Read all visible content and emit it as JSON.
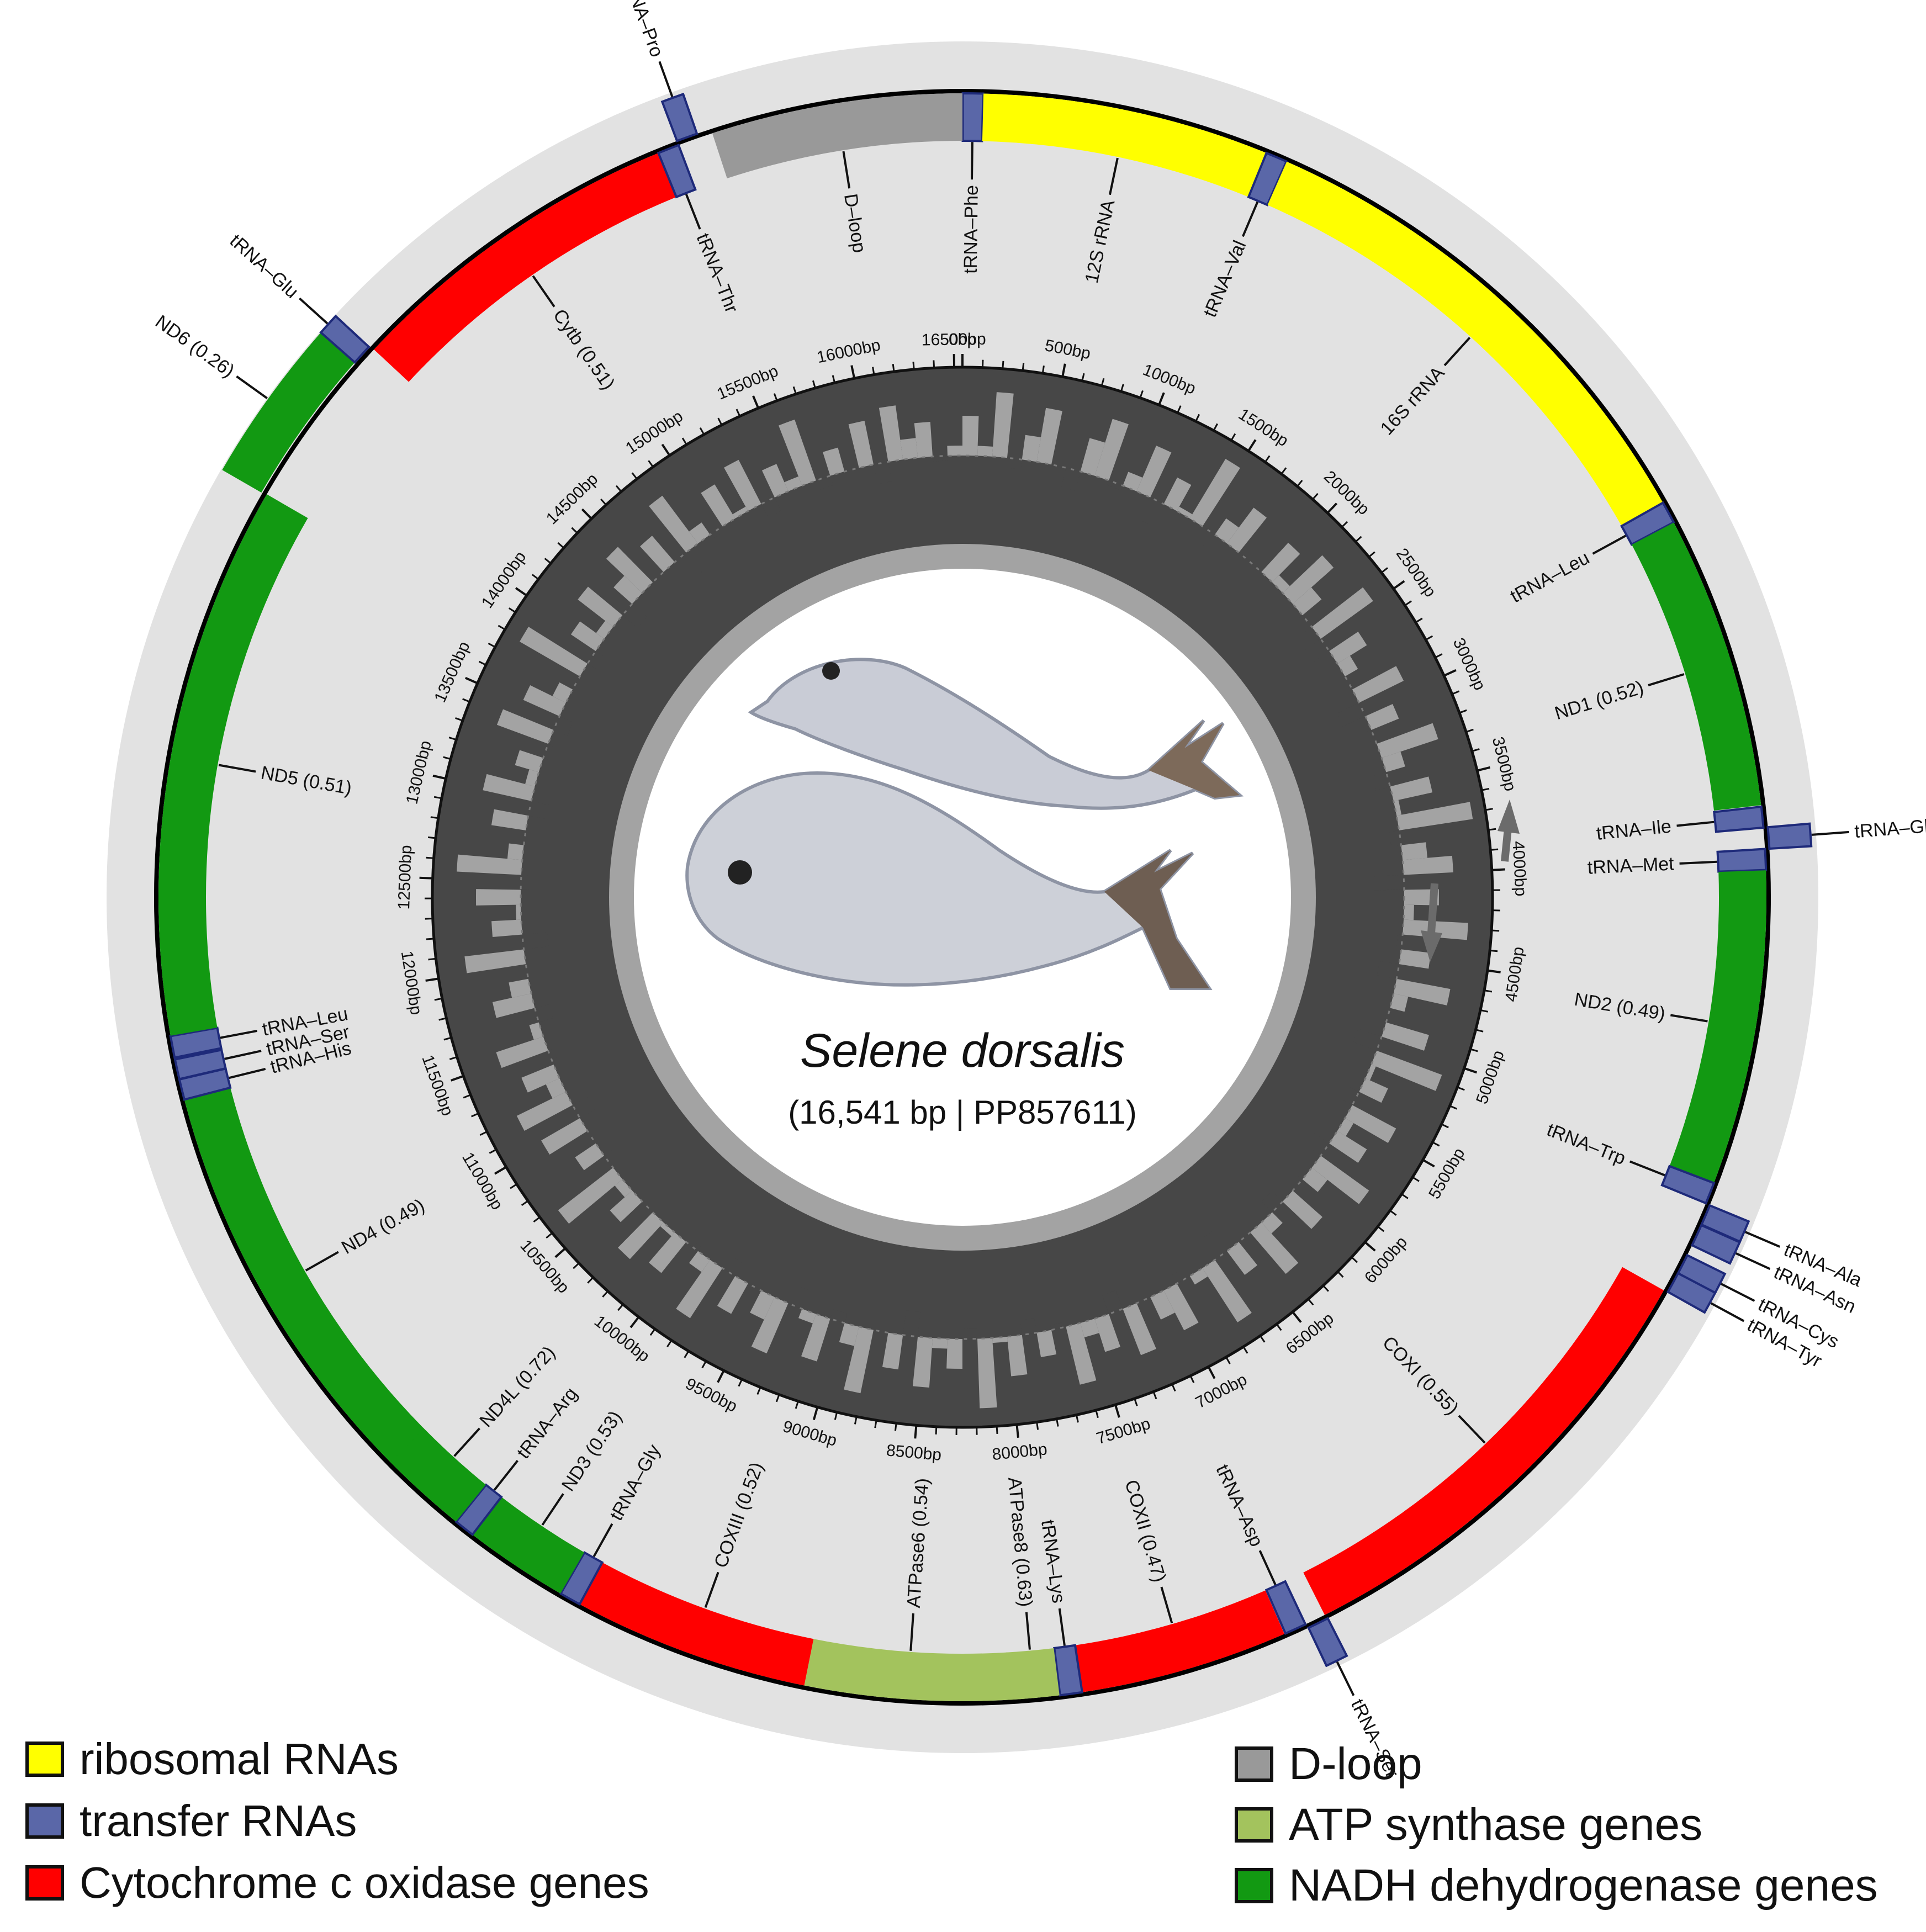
{
  "chart_data": {
    "type": "circular genome map",
    "species": "Selene dorsalis",
    "subtitle": "(16,541 bp | PP857611)",
    "genome_length": 16541,
    "colors": {
      "rRNA": "#ffff00",
      "tRNA": "#5a67a8",
      "COX": "#ff0000",
      "D-loop": "#999999",
      "ATP": "#a3c35d",
      "NADH": "#129912"
    },
    "features": [
      {
        "name": "tRNA-Phe",
        "label": "tRNA–Phe",
        "type": "tRNA",
        "start": 1,
        "end": 68,
        "strand": "+"
      },
      {
        "name": "12S rRNA",
        "label": "12S rRNA",
        "type": "rRNA",
        "start": 69,
        "end": 1020,
        "strand": "+"
      },
      {
        "name": "tRNA-Val",
        "label": "tRNA–Val",
        "type": "tRNA",
        "start": 1021,
        "end": 1092,
        "strand": "+"
      },
      {
        "name": "16S rRNA",
        "label": "16S rRNA",
        "type": "rRNA",
        "start": 1093,
        "end": 2784,
        "strand": "+"
      },
      {
        "name": "tRNA-Leu",
        "label": "tRNA–Leu",
        "type": "tRNA",
        "start": 2785,
        "end": 2858,
        "strand": "+"
      },
      {
        "name": "ND1",
        "label": "ND1 (0.52)",
        "type": "NADH",
        "start": 2859,
        "end": 3833,
        "strand": "+"
      },
      {
        "name": "tRNA-Ile",
        "label": "tRNA–Ile",
        "type": "tRNA",
        "start": 3838,
        "end": 3907,
        "strand": "+"
      },
      {
        "name": "tRNA-Gln",
        "label": "tRNA–Gln",
        "type": "tRNA",
        "start": 3907,
        "end": 3977,
        "strand": "-",
        "ring": "outer"
      },
      {
        "name": "tRNA-Met",
        "label": "tRNA–Met",
        "type": "tRNA",
        "start": 3977,
        "end": 4046,
        "strand": "+"
      },
      {
        "name": "ND2",
        "label": "ND2 (0.49)",
        "type": "NADH",
        "start": 4047,
        "end": 5092,
        "strand": "+"
      },
      {
        "name": "tRNA-Trp",
        "label": "tRNA–Trp",
        "type": "tRNA",
        "start": 5092,
        "end": 5163,
        "strand": "+"
      },
      {
        "name": "tRNA-Ala",
        "label": "tRNA–Ala",
        "type": "tRNA",
        "start": 5165,
        "end": 5233,
        "strand": "-",
        "ring": "outer"
      },
      {
        "name": "tRNA-Asn",
        "label": "tRNA–Asn",
        "type": "tRNA",
        "start": 5235,
        "end": 5307,
        "strand": "-",
        "ring": "outer"
      },
      {
        "name": "tRNA-Cys",
        "label": "tRNA–Cys",
        "type": "tRNA",
        "start": 5343,
        "end": 5409,
        "strand": "-",
        "ring": "outer"
      },
      {
        "name": "tRNA-Tyr",
        "label": "tRNA–Tyr",
        "type": "tRNA",
        "start": 5409,
        "end": 5478,
        "strand": "-",
        "ring": "outer"
      },
      {
        "name": "COXI",
        "label": "COXI (0.55)",
        "type": "COX",
        "start": 5480,
        "end": 7040,
        "strand": "+"
      },
      {
        "name": "tRNA-Ser",
        "label": "tRNA–Ser",
        "type": "tRNA",
        "start": 7036,
        "end": 7106,
        "strand": "-",
        "ring": "outer"
      },
      {
        "name": "tRNA-Asp",
        "label": "tRNA–Asp",
        "type": "tRNA",
        "start": 7110,
        "end": 7182,
        "strand": "+"
      },
      {
        "name": "COXII",
        "label": "COXII (0.47)",
        "type": "COX",
        "start": 7186,
        "end": 7876,
        "strand": "+"
      },
      {
        "name": "tRNA-Lys",
        "label": "tRNA–Lys",
        "type": "tRNA",
        "start": 7877,
        "end": 7950,
        "strand": "+"
      },
      {
        "name": "ATPase8",
        "label": "ATPase8 (0.63)",
        "type": "ATP",
        "start": 7952,
        "end": 8119,
        "strand": "+"
      },
      {
        "name": "ATPase6",
        "label": "ATPase6 (0.54)",
        "type": "ATP",
        "start": 8110,
        "end": 8792,
        "strand": "+"
      },
      {
        "name": "COXIII",
        "label": "COXIII (0.52)",
        "type": "COX",
        "start": 8792,
        "end": 9577,
        "strand": "+"
      },
      {
        "name": "tRNA-Gly",
        "label": "tRNA–Gly",
        "type": "tRNA",
        "start": 9577,
        "end": 9648,
        "strand": "+"
      },
      {
        "name": "ND3",
        "label": "ND3 (0.53)",
        "type": "NADH",
        "start": 9649,
        "end": 9997,
        "strand": "+"
      },
      {
        "name": "tRNA-Arg",
        "label": "tRNA–Arg",
        "type": "tRNA",
        "start": 9996,
        "end": 10064,
        "strand": "+"
      },
      {
        "name": "ND4L",
        "label": "ND4L (0.72)",
        "type": "NADH",
        "start": 10065,
        "end": 10361,
        "strand": "+"
      },
      {
        "name": "ND4",
        "label": "ND4 (0.49)",
        "type": "NADH",
        "start": 10355,
        "end": 11735,
        "strand": "+"
      },
      {
        "name": "tRNA-His",
        "label": "tRNA–His",
        "type": "tRNA",
        "start": 11736,
        "end": 11804,
        "strand": "+"
      },
      {
        "name": "tRNA-Ser2",
        "label": "tRNA–Ser",
        "type": "tRNA",
        "start": 11805,
        "end": 11871,
        "strand": "+"
      },
      {
        "name": "tRNA-Leu2",
        "label": "tRNA–Leu",
        "type": "tRNA",
        "start": 11877,
        "end": 11949,
        "strand": "+"
      },
      {
        "name": "ND5",
        "label": "ND5 (0.51)",
        "type": "NADH",
        "start": 11950,
        "end": 13788,
        "strand": "+"
      },
      {
        "name": "ND6",
        "label": "ND6 (0.26)",
        "type": "NADH",
        "start": 13784,
        "end": 14305,
        "strand": "-"
      },
      {
        "name": "tRNA-Glu",
        "label": "tRNA–Glu",
        "type": "tRNA",
        "start": 14306,
        "end": 14374,
        "strand": "-"
      },
      {
        "name": "Cytb",
        "label": "Cytb (0.51)",
        "type": "COX",
        "start": 14379,
        "end": 15519,
        "strand": "+"
      },
      {
        "name": "tRNA-Thr",
        "label": "tRNA–Thr",
        "type": "tRNA",
        "start": 15520,
        "end": 15591,
        "strand": "+"
      },
      {
        "name": "tRNA-Pro",
        "label": "tRNA–Pro",
        "type": "tRNA",
        "start": 15591,
        "end": 15660,
        "strand": "-",
        "ring": "outer"
      },
      {
        "name": "D-loop",
        "label": "D–loop",
        "type": "D-loop",
        "start": 15708,
        "end": 16541,
        "strand": "+"
      }
    ],
    "tick_labels": [
      "0bp",
      "500bp",
      "1000bp",
      "1500bp",
      "2000bp",
      "2500bp",
      "3000bp",
      "3500bp",
      "4000bp",
      "4500bp",
      "5000bp",
      "5500bp",
      "6000bp",
      "6500bp",
      "7000bp",
      "7500bp",
      "8000bp",
      "8500bp",
      "9000bp",
      "9500bp",
      "10000bp",
      "10500bp",
      "11000bp",
      "11500bp",
      "12000bp",
      "12500bp",
      "13000bp",
      "13500bp",
      "14000bp",
      "14500bp",
      "15000bp",
      "15500bp",
      "16000bp",
      "16500bp"
    ],
    "gc_content": [
      0.58,
      0.52,
      0.63,
      0.48,
      0.55,
      0.61,
      0.5,
      0.46,
      0.57,
      0.62,
      0.49,
      0.53,
      0.6,
      0.45,
      0.56,
      0.51,
      0.64,
      0.47,
      0.54,
      0.59,
      0.5,
      0.44,
      0.58,
      0.52,
      0.61,
      0.55,
      0.48,
      0.63,
      0.46,
      0.57,
      0.53,
      0.5,
      0.6,
      0.45,
      0.56,
      0.49,
      0.62,
      0.54,
      0.47,
      0.58,
      0.51,
      0.65,
      0.48,
      0.55,
      0.6,
      0.44,
      0.57,
      0.52,
      0.63,
      0.49,
      0.56,
      0.46,
      0.61,
      0.53,
      0.5,
      0.59,
      0.45,
      0.64,
      0.51,
      0.55,
      0.48,
      0.6,
      0.52,
      0.57,
      0.46,
      0.62,
      0.54,
      0.49,
      0.58,
      0.47,
      0.53,
      0.61,
      0.5,
      0.56,
      0.45,
      0.63,
      0.52,
      0.48,
      0.59,
      0.55,
      0.5,
      0.6,
      0.46,
      0.57,
      0.53,
      0.62,
      0.49,
      0.55,
      0.47,
      0.58,
      0.51,
      0.64,
      0.48,
      0.56,
      0.52,
      0.6,
      0.45,
      0.57,
      0.5,
      0.63,
      0.54,
      0.48,
      0.59,
      0.52,
      0.46,
      0.61,
      0.55,
      0.5,
      0.57,
      0.47,
      0.62,
      0.53,
      0.49,
      0.58,
      0.51,
      0.6,
      0.45,
      0.56,
      0.52,
      0.64,
      0.48,
      0.55,
      0.5,
      0.59,
      0.46,
      0.61,
      0.53,
      0.57,
      0.49,
      0.6,
      0.52,
      0.47,
      0.58,
      0.54,
      0.5,
      0.62,
      0.45,
      0.56,
      0.51,
      0.59,
      0.48,
      0.63,
      0.53,
      0.5,
      0.57,
      0.46,
      0.6,
      0.52,
      0.55,
      0.49,
      0.61,
      0.47,
      0.58,
      0.53,
      0.5,
      0.64,
      0.48,
      0.56,
      0.52,
      0.59,
      0.46,
      0.55,
      0.6,
      0.5,
      0.57,
      0.45,
      0.62,
      0.53,
      0.49,
      0.58,
      0.51,
      0.6,
      0.47,
      0.56,
      0.52,
      0.63,
      0.48,
      0.55,
      0.5,
      0.59,
      0.46,
      0.61,
      0.54,
      0.57,
      0.49,
      0.52
    ]
  },
  "legend": {
    "left": [
      {
        "label": "ribosomal RNAs",
        "color": "#ffff00"
      },
      {
        "label": "transfer RNAs",
        "color": "#5a67a8"
      },
      {
        "label": "Cytochrome c oxidase genes",
        "color": "#ff0000"
      }
    ],
    "right": [
      {
        "label": "D-loop",
        "color": "#999999"
      },
      {
        "label": "ATP synthase genes",
        "color": "#a3c35d"
      },
      {
        "label": "NADH dehydrogenase genes",
        "color": "#129912"
      }
    ]
  }
}
